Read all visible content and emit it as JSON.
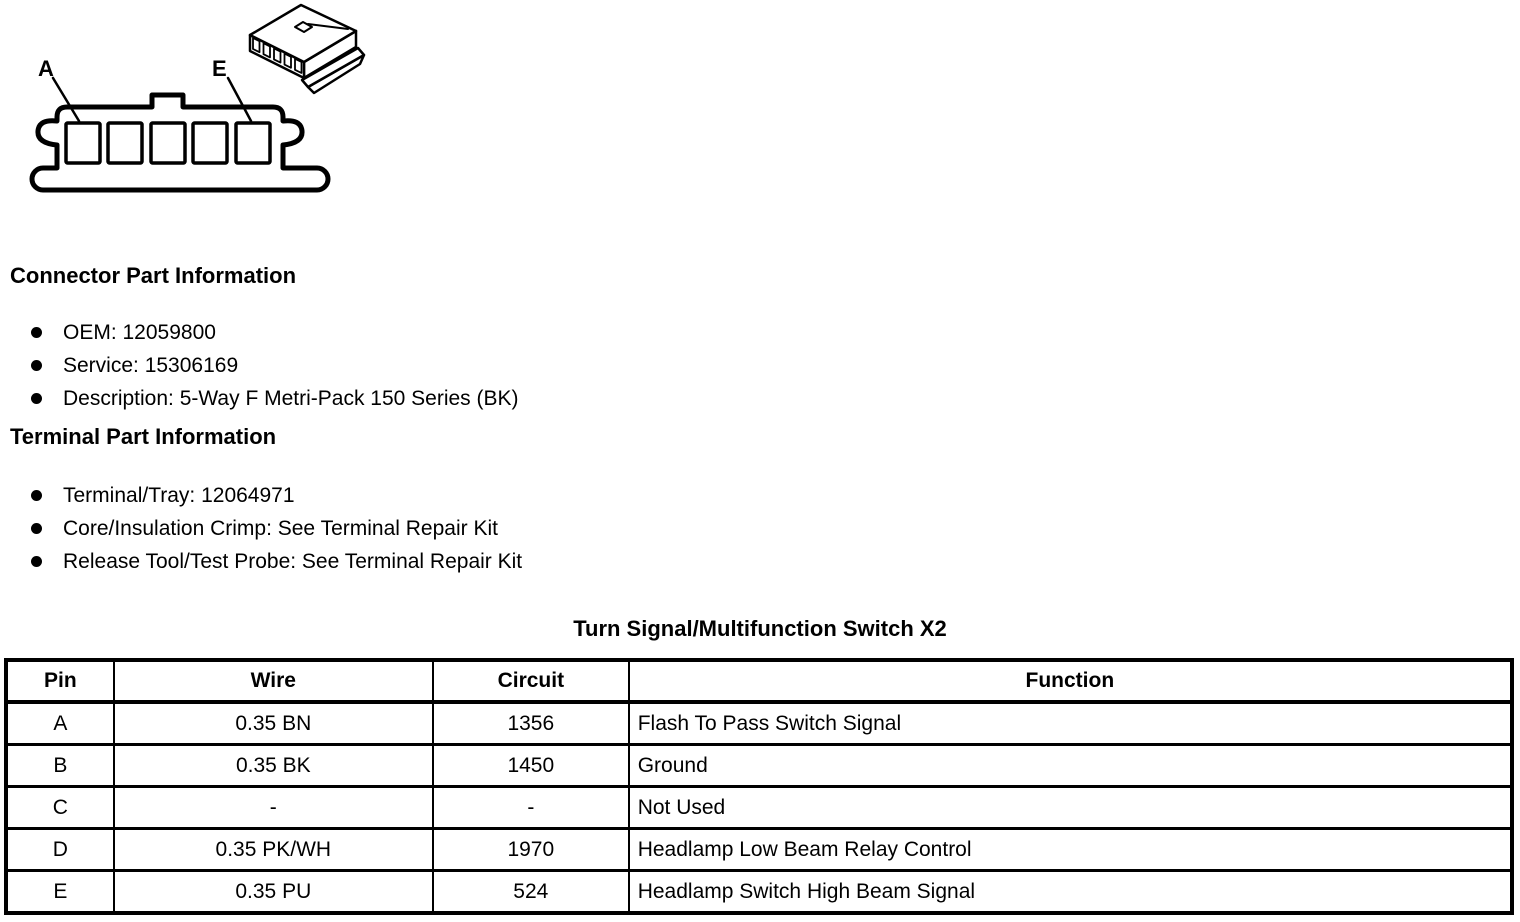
{
  "colors": {
    "ink": "#000000",
    "paper": "#ffffff"
  },
  "diagram": {
    "pin_label_first": "A",
    "pin_label_last": "E"
  },
  "connector_info": {
    "heading": "Connector Part Information",
    "items": [
      "OEM: 12059800",
      "Service: 15306169",
      "Description: 5-Way F Metri-Pack 150 Series (BK)"
    ]
  },
  "terminal_info": {
    "heading": "Terminal Part Information",
    "items": [
      "Terminal/Tray: 12064971",
      "Core/Insulation Crimp: See Terminal Repair Kit",
      "Release Tool/Test Probe: See Terminal Repair Kit"
    ]
  },
  "pin_table": {
    "title": "Turn Signal/Multifunction Switch X2",
    "columns": [
      "Pin",
      "Wire",
      "Circuit",
      "Function"
    ],
    "rows": [
      {
        "pin": "A",
        "wire": "0.35 BN",
        "circuit": "1356",
        "function": "Flash To Pass Switch Signal"
      },
      {
        "pin": "B",
        "wire": "0.35 BK",
        "circuit": "1450",
        "function": "Ground"
      },
      {
        "pin": "C",
        "wire": "-",
        "circuit": "-",
        "function": "Not Used"
      },
      {
        "pin": "D",
        "wire": "0.35 PK/WH",
        "circuit": "1970",
        "function": "Headlamp Low Beam Relay Control"
      },
      {
        "pin": "E",
        "wire": "0.35 PU",
        "circuit": "524",
        "function": "Headlamp Switch High Beam Signal"
      }
    ]
  }
}
